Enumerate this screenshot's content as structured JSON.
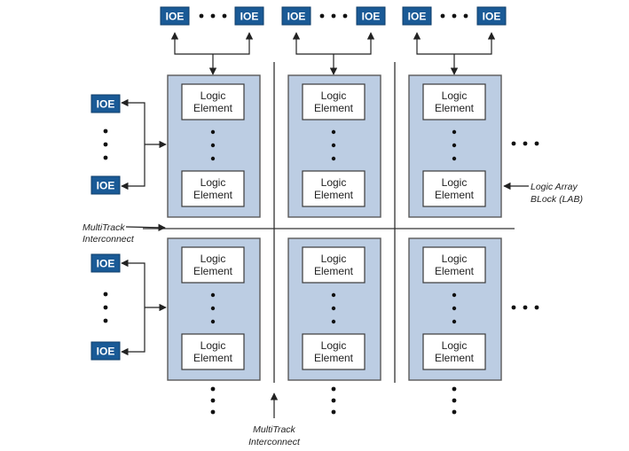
{
  "ioe_label": "IOE",
  "logic_element": {
    "line1": "Logic",
    "line2": "Element"
  },
  "lab_label": {
    "line1": "Logic Array",
    "line2": "BLock (LAB)"
  },
  "multitrack_left": {
    "line1": "MultiTrack",
    "line2": "Interconnect"
  },
  "multitrack_bottom": {
    "line1": "MultiTrack",
    "line2": "Interconnect"
  }
}
